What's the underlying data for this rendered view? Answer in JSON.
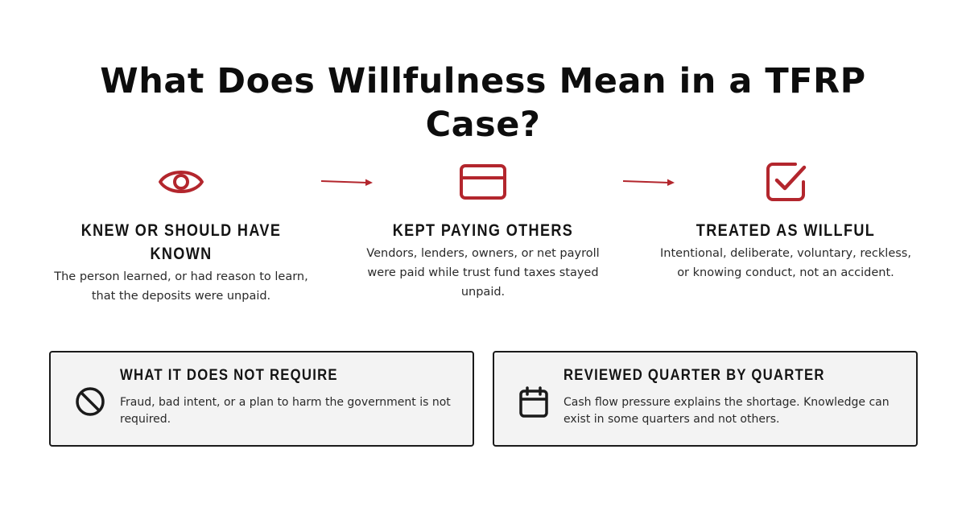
{
  "title": "What Does Willfulness Mean in a TFRP Case?",
  "steps": [
    {
      "icon": "eye-icon",
      "heading": "KNEW OR SHOULD HAVE KNOWN",
      "text": "The person learned, or had reason to learn, that the deposits were unpaid."
    },
    {
      "icon": "credit-card-icon",
      "heading": "KEPT PAYING OTHERS",
      "text": "Vendors, lenders, owners, or net payroll were paid while trust fund taxes stayed unpaid."
    },
    {
      "icon": "checkbox-icon",
      "heading": "TREATED AS WILLFUL",
      "text": "Intentional, deliberate, voluntary, reckless, or knowing conduct, not an accident."
    }
  ],
  "cards": [
    {
      "icon": "prohibited-icon",
      "heading": "WHAT IT DOES NOT REQUIRE",
      "text": "Fraud, bad intent, or a plan to harm the government is not required."
    },
    {
      "icon": "calendar-icon",
      "heading": "REVIEWED QUARTER BY QUARTER",
      "text": "Cash flow pressure explains the shortage. Knowledge can exist in some quarters and not others."
    }
  ],
  "colors": {
    "accent": "#b3262d",
    "text": "#1a1a1a",
    "card_bg": "#f3f3f3"
  }
}
